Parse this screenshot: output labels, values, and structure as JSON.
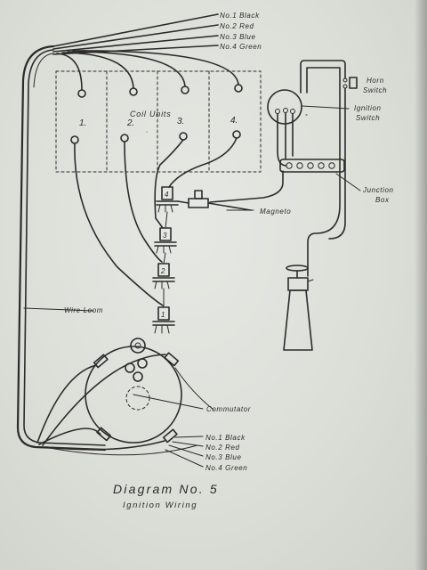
{
  "diagram": {
    "caption_title": "Diagram No. 5",
    "caption_subtitle": "Ignition Wiring",
    "top_wire_labels": [
      "No.1 Black",
      "No.2 Red",
      "No.3 Blue",
      "No.4 Green"
    ],
    "bottom_wire_labels": [
      "No.1 Black",
      "No.2 Red",
      "No.3 Blue",
      "No.4 Green"
    ],
    "coil_units_label": "Coil Units",
    "coil_numbers": [
      "1.",
      "2.",
      "3.",
      "4."
    ],
    "horn_switch_label": [
      "Horn",
      "Switch"
    ],
    "ignition_switch_label": [
      "Ignition",
      "Switch"
    ],
    "junction_box_label": [
      "Junction",
      "Box"
    ],
    "magneto_label": "Magneto",
    "wire_loom_label": "Wire Loom",
    "commutator_label": "Commutator",
    "spark_plug_numbers": [
      "4",
      "3",
      "2",
      "1"
    ]
  }
}
